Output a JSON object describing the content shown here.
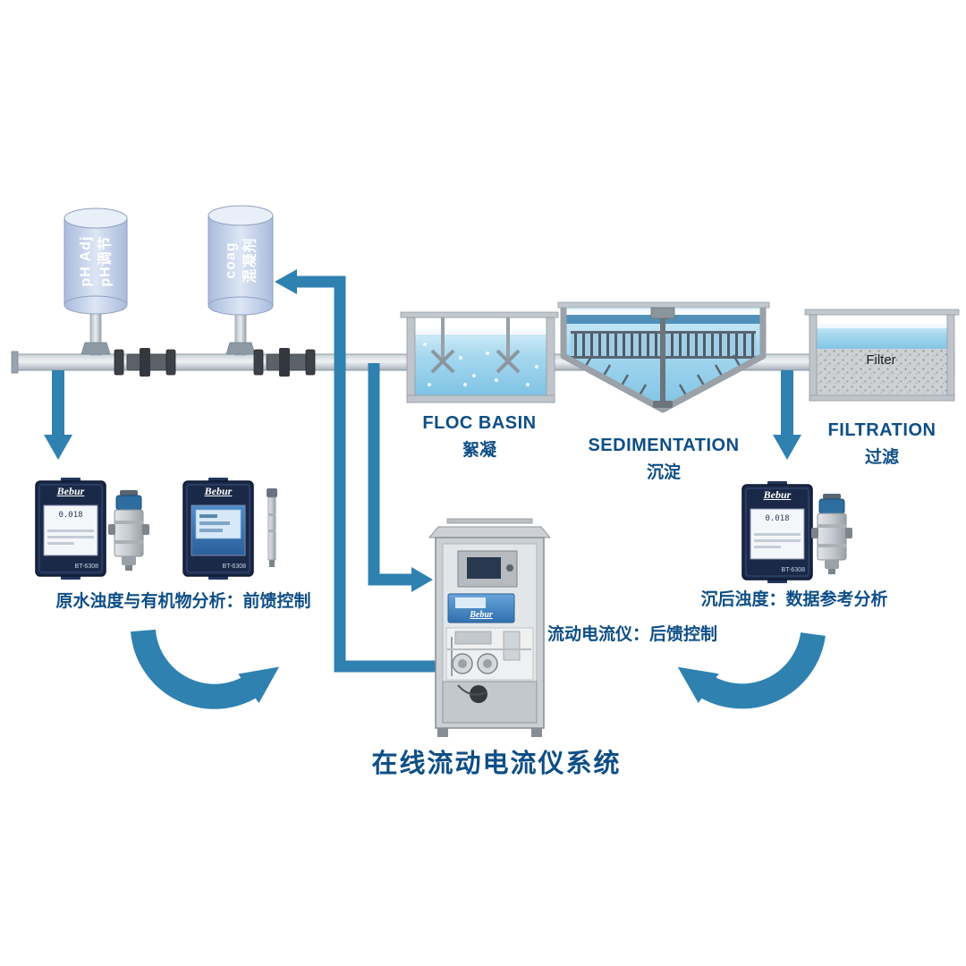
{
  "title": "在线流动电流仪系统",
  "tanks": {
    "ph": {
      "en": "pH Adj",
      "zh": "pH调节"
    },
    "coag": {
      "en": "coag",
      "zh": "混凝剂"
    }
  },
  "stages": {
    "floc": {
      "en": "FLOC BASIN",
      "zh": "絮凝"
    },
    "sed": {
      "en": "SEDIMENTATION",
      "zh": "沉淀"
    },
    "filt": {
      "en": "FILTRATION",
      "zh": "过滤"
    }
  },
  "filter_media_label": "Filter",
  "instruments": {
    "brand": "Bebur",
    "model": "BT-6308",
    "reading": "0.018"
  },
  "captions": {
    "raw_water": "原水浊度与有机物分析：前馈控制",
    "sca": "流动电流仪：后馈控制",
    "settled": "沉后浊度：数据参考分析"
  },
  "colors": {
    "arrow_blue": "#2f81b0",
    "label_blue": "#0e4e86",
    "water_blue": "#a6d8ef"
  }
}
